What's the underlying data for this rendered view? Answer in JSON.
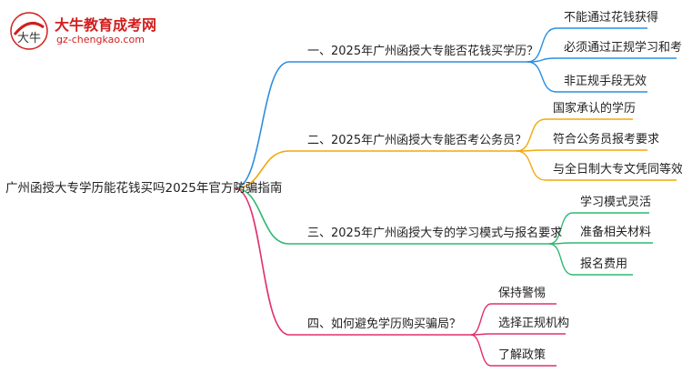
{
  "logo": {
    "title": "大牛教育成考网",
    "url": "gz-chengkao.com",
    "mark_text": "大牛",
    "color": "#d11e1e"
  },
  "root": {
    "label": "广州函授大专学历能花钱买吗2025年官方防骗指南"
  },
  "branches": [
    {
      "label": "一、2025年广州函授大专能否花钱买学历？",
      "color": "#2b8ee0",
      "children": [
        "不能通过花钱获得",
        "必须通过正规学习和考试",
        "非正规手段无效"
      ]
    },
    {
      "label": "二、2025年广州函授大专能否考公务员？",
      "color": "#f2a90c",
      "children": [
        "国家承认的学历",
        "符合公务员报考要求",
        "与全日制大专文凭同等效力"
      ]
    },
    {
      "label": "三、2025年广州函授大专的学习模式与报名要求",
      "color": "#2fb872",
      "children": [
        "学习模式灵活",
        "准备相关材料",
        "报名费用"
      ]
    },
    {
      "label": "四、如何避免学历购买骗局？",
      "color": "#e0306e",
      "children": [
        "保持警惕",
        "选择正规机构",
        "了解政策"
      ]
    }
  ]
}
